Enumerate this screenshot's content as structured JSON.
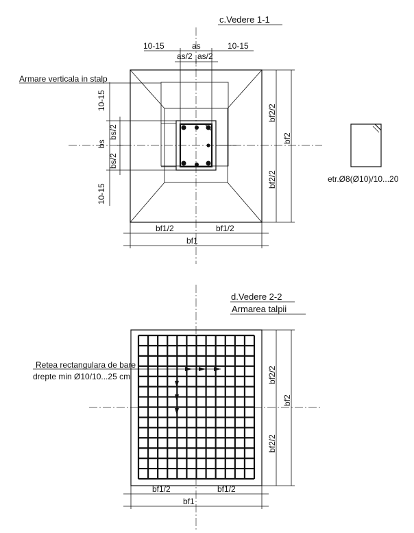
{
  "view1": {
    "title": "c.Vedere 1-1",
    "note_vertical": "Armare verticala in stalp",
    "dim_10_15_left": "10-15",
    "dim_as": "as",
    "dim_10_15_right": "10-15",
    "dim_as2_left": "as/2",
    "dim_as2_right": "as/2",
    "dim_10_15_top": "10-15",
    "dim_bs2_top": "bs/2",
    "dim_bs": "bs",
    "dim_bs2_bottom": "bs/2",
    "dim_10_15_bottom": "10-15",
    "dim_bf2_top": "bf2/2",
    "dim_bf2": "bf2",
    "dim_bf2_bottom": "bf2/2",
    "dim_bf1_left": "bf1/2",
    "dim_bf1_right": "bf1/2",
    "dim_bf1": "bf1",
    "stirrup_label": "etr.Ø8(Ø10)/10...20"
  },
  "view2": {
    "title": "d.Vedere 2-2",
    "subtitle": "Armarea talpii",
    "note_line1": "Retea rectangulara de bare",
    "note_line2": "drepte min Ø10/10...25 cm",
    "dim_bf2_top": "bf2/2",
    "dim_bf2": "bf2",
    "dim_bf2_bottom": "bf2/2",
    "dim_bf1_left": "bf1/2",
    "dim_bf1_right": "bf1/2",
    "dim_bf1": "bf1"
  }
}
